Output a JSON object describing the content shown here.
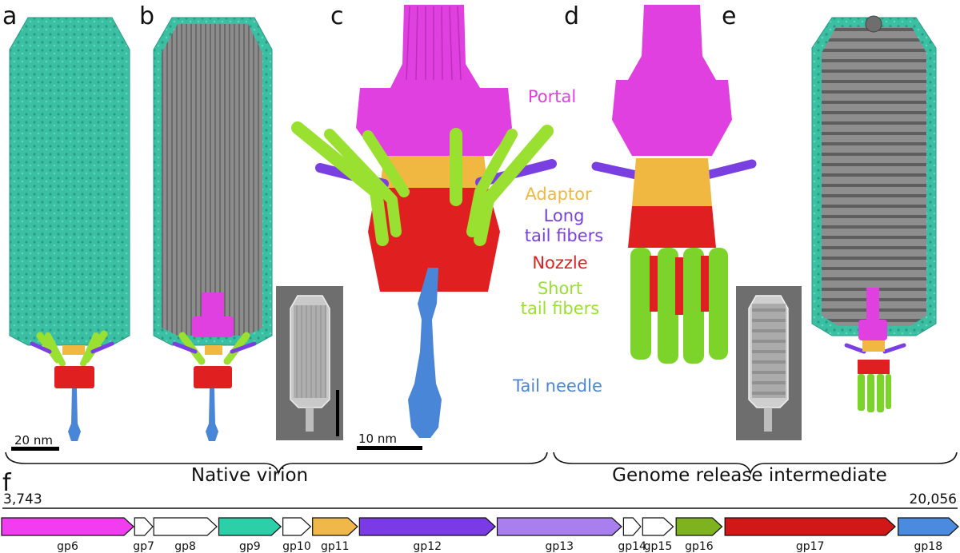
{
  "panels": {
    "a": "a",
    "b": "b",
    "c": "c",
    "d": "d",
    "e": "e",
    "f": "f"
  },
  "legend": [
    {
      "key": "portal",
      "lines": [
        "Portal"
      ],
      "color": "#e040e0"
    },
    {
      "key": "adaptor",
      "lines": [
        "Adaptor"
      ],
      "color": "#f0b840"
    },
    {
      "key": "long-tail-fibers",
      "lines": [
        "Long",
        "tail fibers"
      ],
      "color": "#7a3fe0"
    },
    {
      "key": "nozzle",
      "lines": [
        "Nozzle"
      ],
      "color": "#e02020"
    },
    {
      "key": "short-tail-fibers",
      "lines": [
        "Short",
        "tail fibers"
      ],
      "color": "#9ae030"
    },
    {
      "key": "tail-needle",
      "lines": [
        "Tail needle"
      ],
      "color": "#4a86d8"
    }
  ],
  "scale_bars": {
    "left": "20 nm",
    "middle": "10 nm"
  },
  "sections": {
    "native": "Native virion",
    "release": "Genome release intermediate"
  },
  "genome": {
    "start": "3,743",
    "end": "20,056",
    "genes": [
      {
        "name": "gp6",
        "color": "#f23cf0",
        "start": 0.0,
        "end": 0.138
      },
      {
        "name": "gp7",
        "color": "#ffffff",
        "start": 0.139,
        "end": 0.158
      },
      {
        "name": "gp8",
        "color": "#ffffff",
        "start": 0.159,
        "end": 0.225
      },
      {
        "name": "gp9",
        "color": "#2ccfa8",
        "start": 0.227,
        "end": 0.292
      },
      {
        "name": "gp10",
        "color": "#ffffff",
        "start": 0.294,
        "end": 0.323
      },
      {
        "name": "gp11",
        "color": "#f0b84a",
        "start": 0.325,
        "end": 0.372
      },
      {
        "name": "gp12",
        "color": "#7a3be6",
        "start": 0.374,
        "end": 0.516
      },
      {
        "name": "gp13",
        "color": "#a97ff0",
        "start": 0.518,
        "end": 0.648
      },
      {
        "name": "gp14",
        "color": "#ffffff",
        "start": 0.65,
        "end": 0.668
      },
      {
        "name": "gp15",
        "color": "#ffffff",
        "start": 0.67,
        "end": 0.702
      },
      {
        "name": "gp16",
        "color": "#7eb31f",
        "start": 0.705,
        "end": 0.753
      },
      {
        "name": "gp17",
        "color": "#d01818",
        "start": 0.756,
        "end": 0.934
      },
      {
        "name": "gp18",
        "color": "#4a8be0",
        "start": 0.937,
        "end": 1.0
      }
    ]
  },
  "colors": {
    "capsid": "#3bbfa3",
    "capsid_dark": "#2a9a84",
    "dna": "#7d7d7d",
    "portal": "#e040e0",
    "adaptor": "#f0b840",
    "long_fiber": "#7a3fe0",
    "nozzle": "#e02020",
    "short_fiber": "#9ae030",
    "needle": "#4a86d8"
  }
}
